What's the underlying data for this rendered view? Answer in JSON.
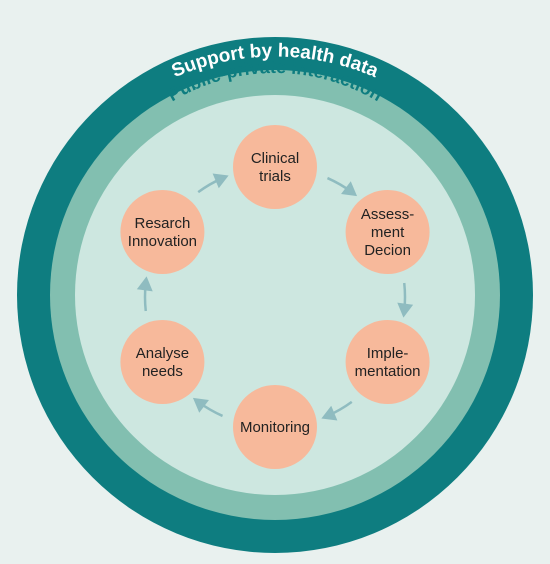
{
  "outer_ring": {
    "label": "Support by health data",
    "color": "#0e7d80"
  },
  "middle_ring": {
    "label": "Public-private interaction",
    "color": "#82bfb0",
    "text_color": "#0e7d80"
  },
  "inner_circle": {
    "color": "#cde7e0"
  },
  "cycle": {
    "node_color": "#f7b99b",
    "arrow_color": "#8fbcc0",
    "nodes": [
      {
        "label_lines": [
          "Clinical",
          "trials"
        ]
      },
      {
        "label_lines": [
          "Assess-",
          "ment",
          "Decion"
        ]
      },
      {
        "label_lines": [
          "Imple-",
          "mentation"
        ]
      },
      {
        "label_lines": [
          "Monitoring"
        ]
      },
      {
        "label_lines": [
          "Analyse",
          "needs"
        ]
      },
      {
        "label_lines": [
          "Resarch",
          "Innovation"
        ]
      }
    ]
  }
}
